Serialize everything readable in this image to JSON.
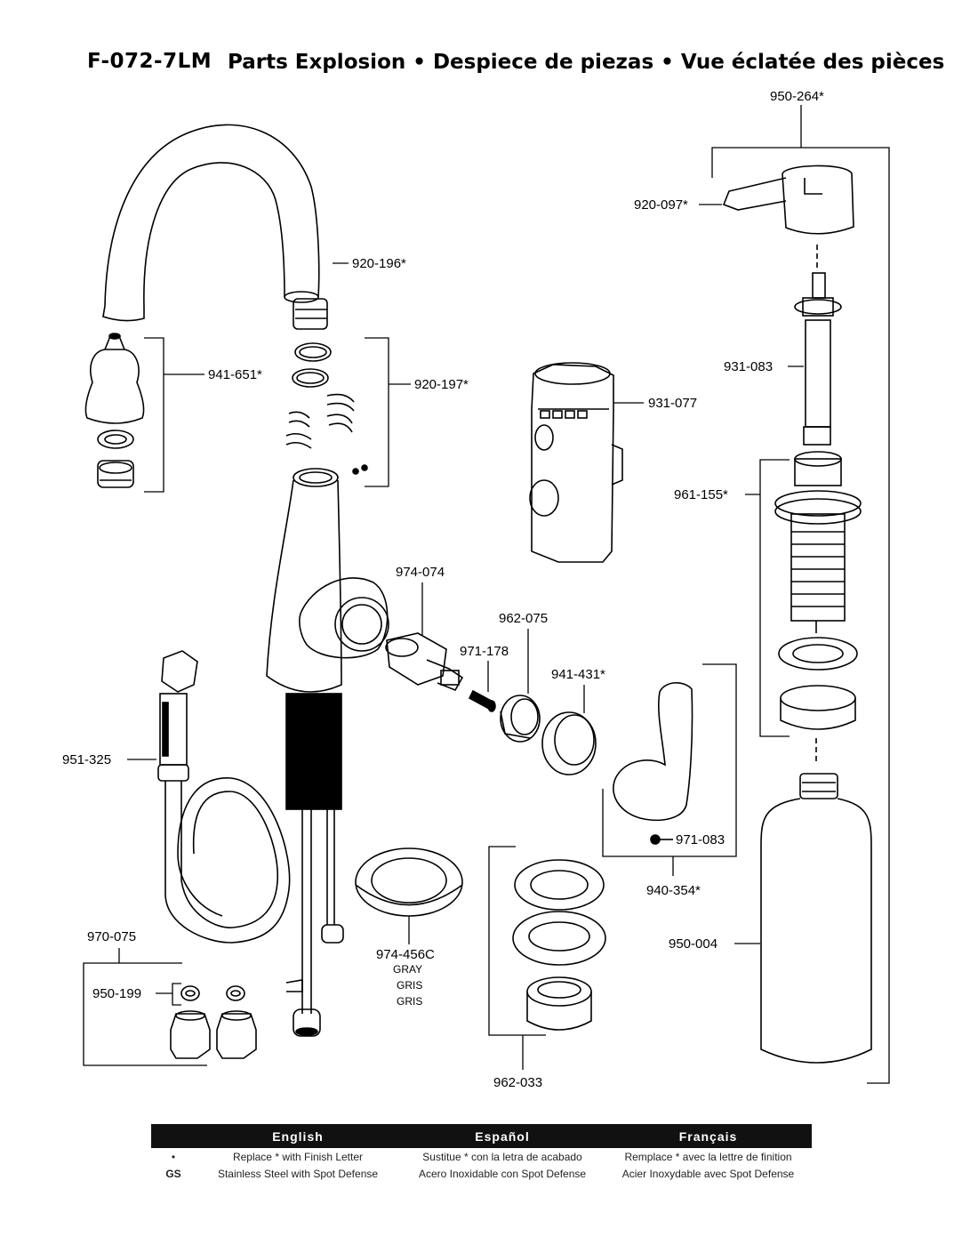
{
  "header": {
    "model": "F-072-7LM",
    "title_en": "Parts Explosion",
    "title_es": "Despiece de piezas",
    "title_fr": "Vue éclatée des pièces",
    "separator": "•"
  },
  "parts": {
    "p950_264": "950-264*",
    "p920_097": "920-097*",
    "p920_196": "920-196*",
    "p941_651": "941-651*",
    "p920_197": "920-197*",
    "p931_077": "931-077",
    "p931_083": "931-083",
    "p961_155": "961-155*",
    "p974_074": "974-074",
    "p962_075": "962-075",
    "p971_178": "971-178",
    "p941_431": "941-431*",
    "p951_325": "951-325",
    "p971_083": "971-083",
    "p940_354": "940-354*",
    "p950_004": "950-004",
    "p970_075": "970-075",
    "p950_199": "950-199",
    "p974_456c": "974-456C",
    "gray": "GRAY",
    "gris1": "GRIS",
    "gris2": "GRIS",
    "p962_033": "962-033"
  },
  "legend": {
    "headers": [
      "English",
      "Español",
      "Français"
    ],
    "rows": [
      {
        "key": "•",
        "en": "Replace * with Finish Letter",
        "es": "Sustitue * con la letra de acabado",
        "fr": "Remplace * avec la lettre de finition"
      },
      {
        "key": "GS",
        "en": "Stainless Steel with Spot Defense",
        "es": "Acero Inoxidable con Spot Defense",
        "fr": "Acier Inoxydable avec Spot Defense"
      }
    ]
  }
}
